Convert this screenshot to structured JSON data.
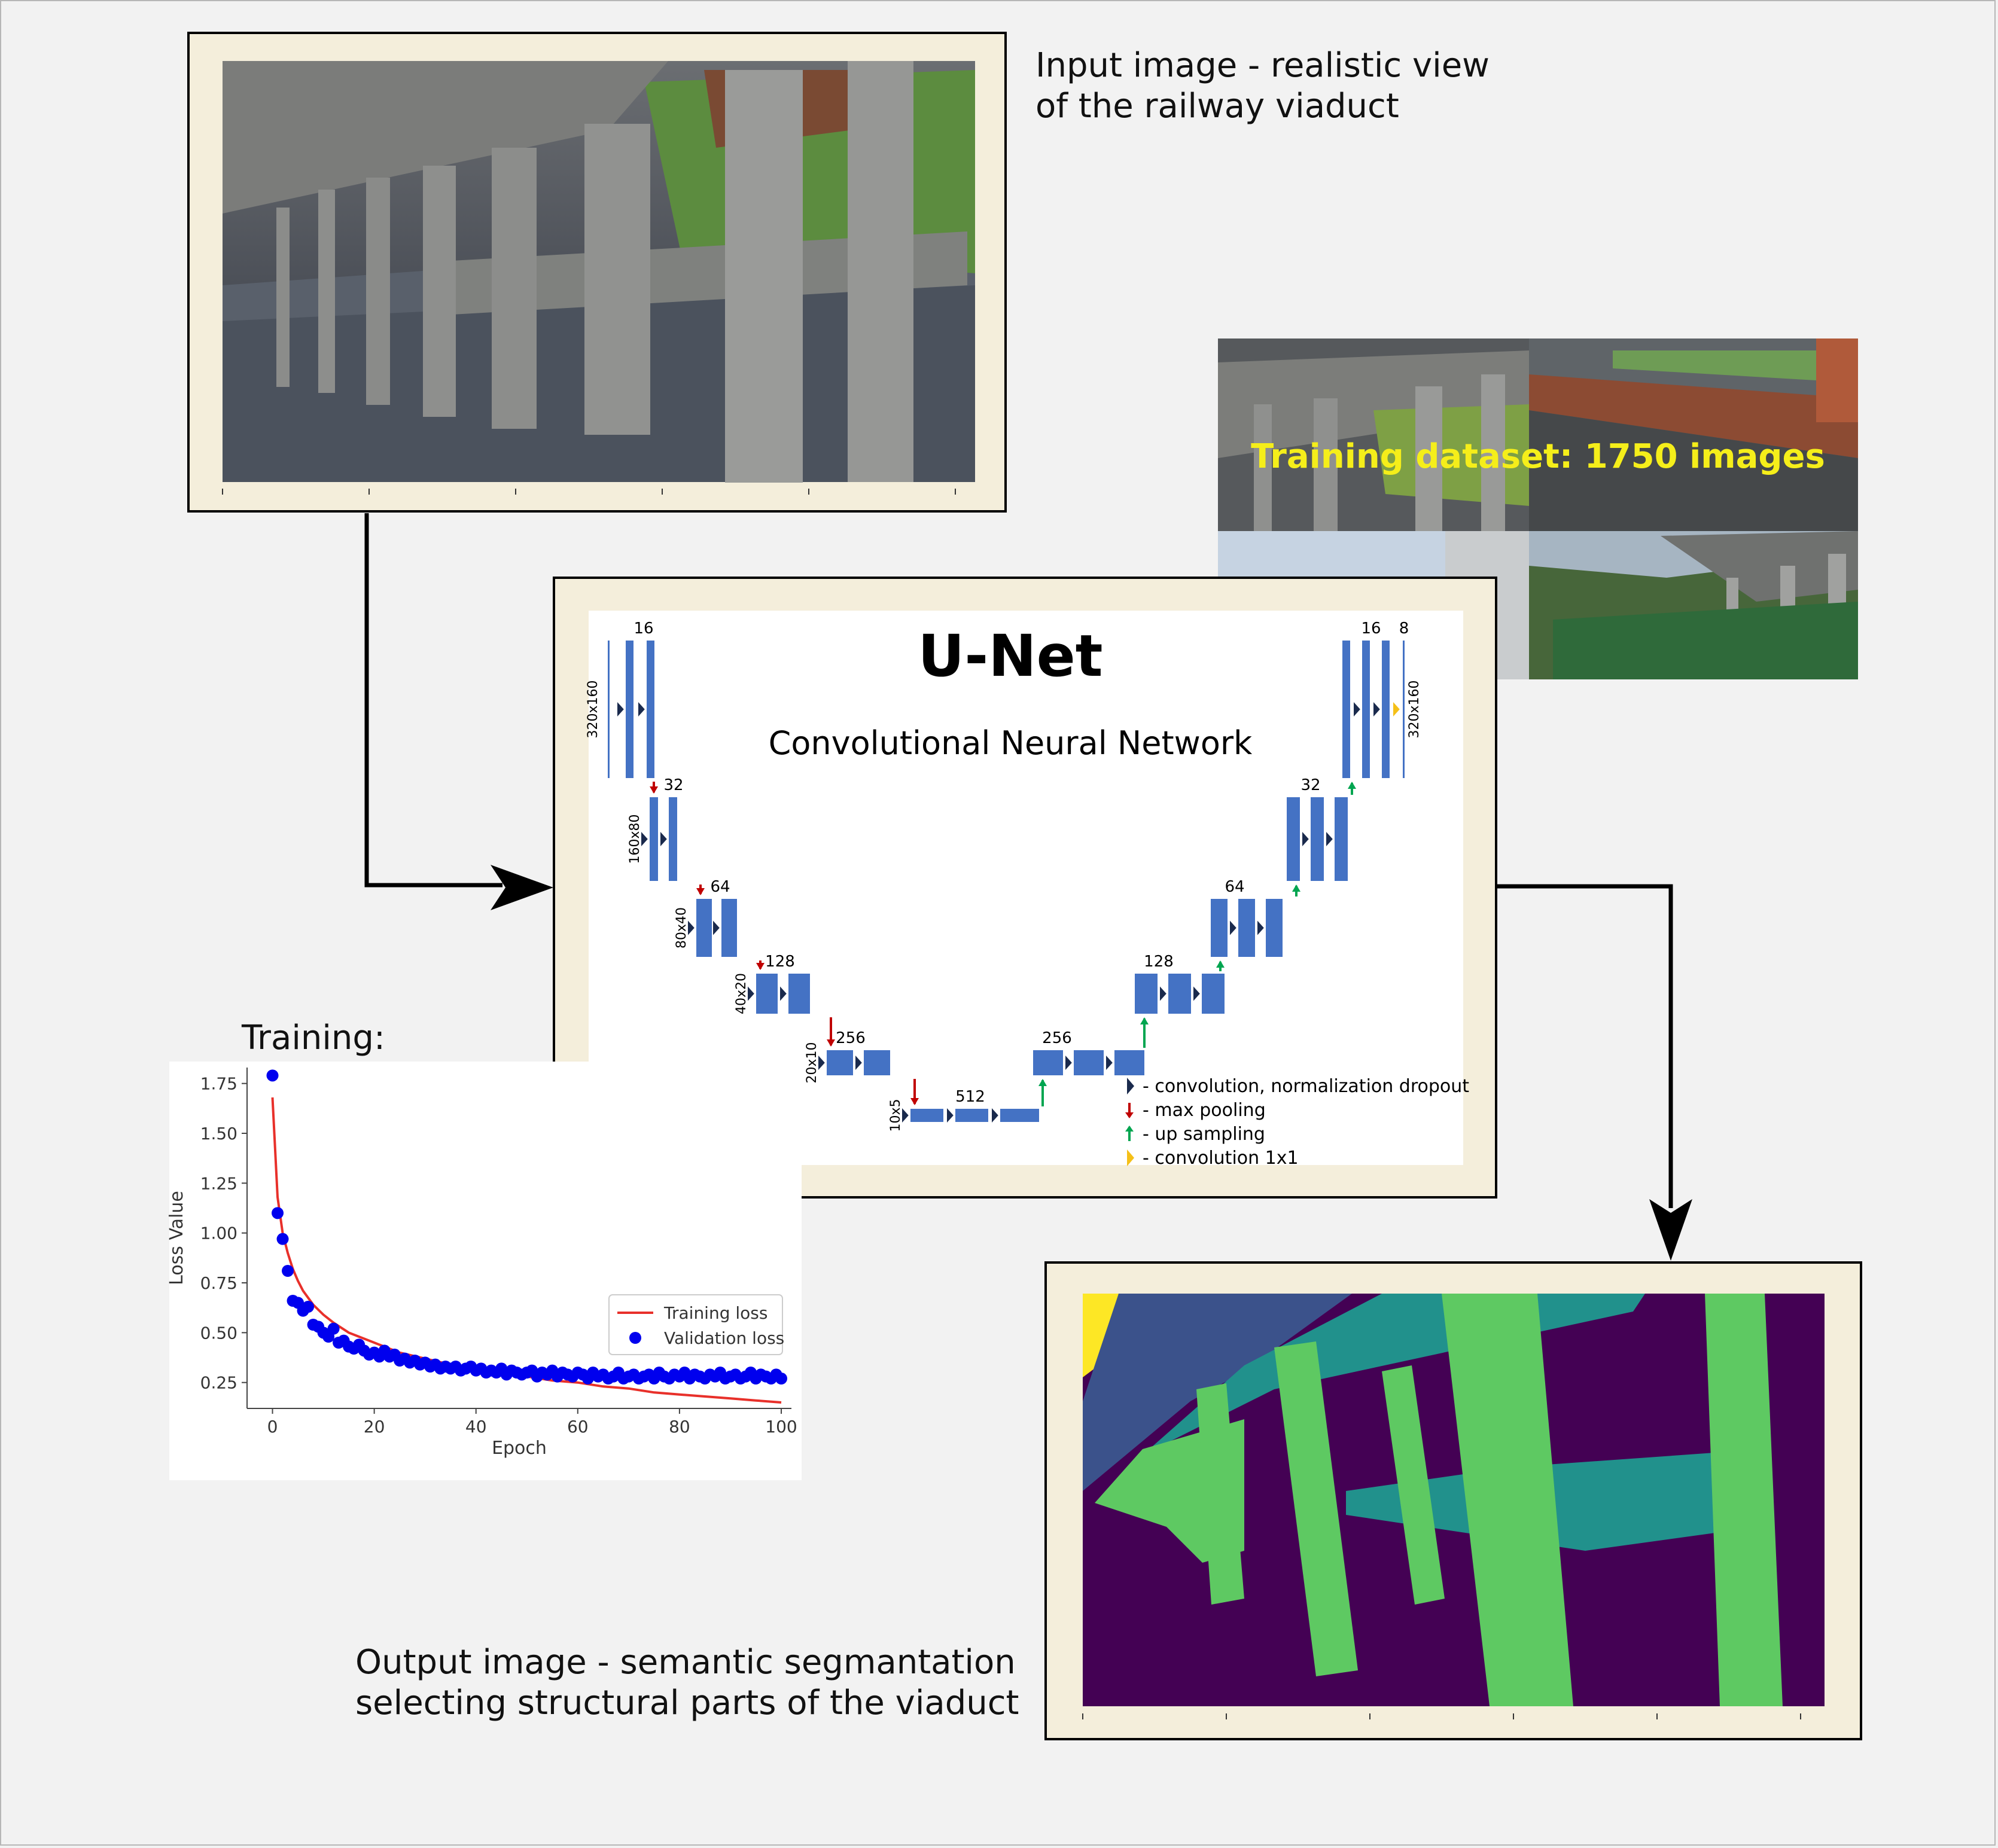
{
  "input_label": {
    "line1": "Input image - realistic view",
    "line2": "of the railway viaduct"
  },
  "dataset_label": "Training dataset: 1750 images",
  "unet": {
    "title": "U-Net",
    "subtitle": "Convolutional Neural Network",
    "resolutions": [
      "320x160",
      "160x80",
      "80x40",
      "40x20",
      "20x10",
      "10x5"
    ],
    "output_resolution": "320x160",
    "encoder_filters": [
      "16",
      "32",
      "64",
      "128",
      "256",
      "512"
    ],
    "decoder_filters": [
      "256",
      "128",
      "64",
      "32",
      "16"
    ],
    "output_filters": "8",
    "legend": [
      {
        "symbol": "dark-triangle",
        "text": "- convolution, normalization dropout",
        "color": "#1a2a4d"
      },
      {
        "symbol": "red-down-arrow",
        "text": "- max pooling",
        "color": "#c00000"
      },
      {
        "symbol": "green-up-arrow",
        "text": "- up sampling",
        "color": "#00a550"
      },
      {
        "symbol": "yellow-triangle",
        "text": "- convolution 1x1",
        "color": "#f5c018"
      }
    ],
    "block_color": "#4472c4"
  },
  "training_label": "Training:",
  "chart_data": {
    "type": "line",
    "xlabel": "Epoch",
    "ylabel": "Loss Value",
    "xlim": [
      -5,
      102
    ],
    "ylim": [
      0.12,
      1.83
    ],
    "xticks": [
      0,
      20,
      40,
      60,
      80,
      100
    ],
    "yticks": [
      0.25,
      0.5,
      0.75,
      1.0,
      1.25,
      1.5,
      1.75
    ],
    "ytick_labels": [
      "0.25",
      "0.50",
      "0.75",
      "1.00",
      "1.25",
      "1.50",
      "1.75"
    ],
    "legend_position": "right",
    "series": [
      {
        "name": "Training loss",
        "kind": "line",
        "color": "#e8302a",
        "x": [
          0,
          1,
          2,
          3,
          4,
          5,
          6,
          8,
          10,
          12,
          15,
          20,
          25,
          30,
          35,
          40,
          45,
          50,
          55,
          60,
          65,
          70,
          75,
          80,
          85,
          90,
          95,
          100
        ],
        "y": [
          1.68,
          1.18,
          1.0,
          0.9,
          0.82,
          0.76,
          0.71,
          0.64,
          0.59,
          0.55,
          0.5,
          0.45,
          0.4,
          0.37,
          0.34,
          0.32,
          0.3,
          0.28,
          0.26,
          0.25,
          0.23,
          0.22,
          0.2,
          0.19,
          0.18,
          0.17,
          0.16,
          0.15
        ]
      },
      {
        "name": "Validation loss",
        "kind": "scatter",
        "color": "#0000ee",
        "x": [
          0,
          1,
          2,
          3,
          4,
          5,
          6,
          7,
          8,
          9,
          10,
          11,
          12,
          13,
          14,
          15,
          16,
          17,
          18,
          19,
          20,
          21,
          22,
          23,
          24,
          25,
          26,
          27,
          28,
          29,
          30,
          31,
          32,
          33,
          34,
          35,
          36,
          37,
          38,
          39,
          40,
          41,
          42,
          43,
          44,
          45,
          46,
          47,
          48,
          49,
          50,
          51,
          52,
          53,
          54,
          55,
          56,
          57,
          58,
          59,
          60,
          61,
          62,
          63,
          64,
          65,
          66,
          67,
          68,
          69,
          70,
          71,
          72,
          73,
          74,
          75,
          76,
          77,
          78,
          79,
          80,
          81,
          82,
          83,
          84,
          85,
          86,
          87,
          88,
          89,
          90,
          91,
          92,
          93,
          94,
          95,
          96,
          97,
          98,
          99,
          100
        ],
        "y": [
          1.79,
          1.1,
          0.97,
          0.81,
          0.66,
          0.65,
          0.61,
          0.63,
          0.54,
          0.53,
          0.5,
          0.48,
          0.52,
          0.45,
          0.46,
          0.43,
          0.42,
          0.44,
          0.41,
          0.39,
          0.4,
          0.38,
          0.41,
          0.38,
          0.39,
          0.36,
          0.37,
          0.35,
          0.36,
          0.34,
          0.35,
          0.33,
          0.34,
          0.32,
          0.33,
          0.32,
          0.33,
          0.31,
          0.32,
          0.33,
          0.31,
          0.32,
          0.3,
          0.31,
          0.3,
          0.32,
          0.29,
          0.31,
          0.3,
          0.29,
          0.3,
          0.31,
          0.28,
          0.3,
          0.29,
          0.31,
          0.28,
          0.3,
          0.29,
          0.28,
          0.3,
          0.29,
          0.27,
          0.3,
          0.28,
          0.29,
          0.27,
          0.28,
          0.3,
          0.27,
          0.28,
          0.29,
          0.27,
          0.28,
          0.29,
          0.27,
          0.3,
          0.28,
          0.27,
          0.29,
          0.28,
          0.3,
          0.27,
          0.29,
          0.28,
          0.27,
          0.29,
          0.28,
          0.3,
          0.27,
          0.28,
          0.29,
          0.27,
          0.28,
          0.3,
          0.27,
          0.29,
          0.28,
          0.27,
          0.29,
          0.27
        ]
      }
    ]
  },
  "output_label": {
    "line1": "Output image -  semantic segmantation",
    "line2": "selecting structural parts of the viaduct"
  },
  "segmentation_colors": {
    "background": "#440154",
    "deck": "#3b528b",
    "beams": "#21918c",
    "piers": "#5ec962",
    "top": "#fde725"
  }
}
